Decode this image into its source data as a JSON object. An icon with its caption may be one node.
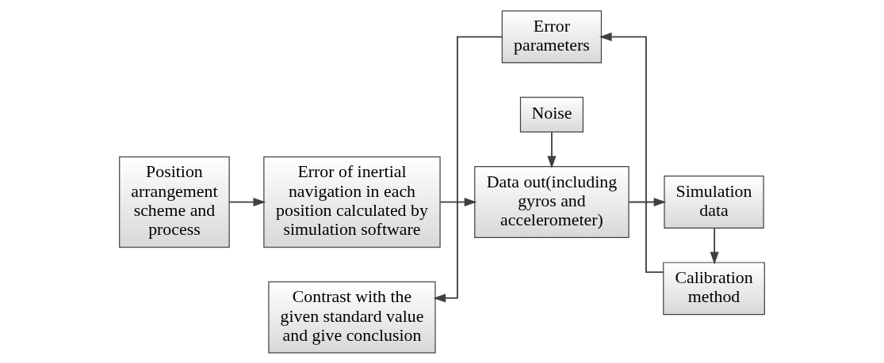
{
  "diagram": {
    "nodes": [
      {
        "text": [
          "Position arrangement scheme and process"
        ]
      },
      {
        "text": [
          "Error of inertial navigation in each position calculated by simulation software"
        ]
      },
      {
        "text": [
          "Noise"
        ]
      },
      {
        "text": [
          "Data out(including gyros and accelerometer)"
        ]
      },
      {
        "text": [
          "Simulation data"
        ]
      },
      {
        "text": [
          "Calibration method"
        ]
      },
      {
        "text": [
          "Error parameters"
        ]
      },
      {
        "text": [
          "Contrast with the given standard value and give conclusion"
        ]
      }
    ],
    "edges": [
      {
        "from": 0,
        "to": 1,
        "arrow": "to"
      },
      {
        "from": 1,
        "to": 3,
        "arrow": "to"
      },
      {
        "from": 2,
        "to": 3,
        "arrow": "to"
      },
      {
        "from": 3,
        "to": 4,
        "arrow": "to"
      },
      {
        "from": 4,
        "to": 5,
        "arrow": "to"
      },
      {
        "from": 5,
        "to": 6,
        "arrow": "to"
      },
      {
        "from": 6,
        "to": 7,
        "arrow": "to"
      }
    ]
  }
}
